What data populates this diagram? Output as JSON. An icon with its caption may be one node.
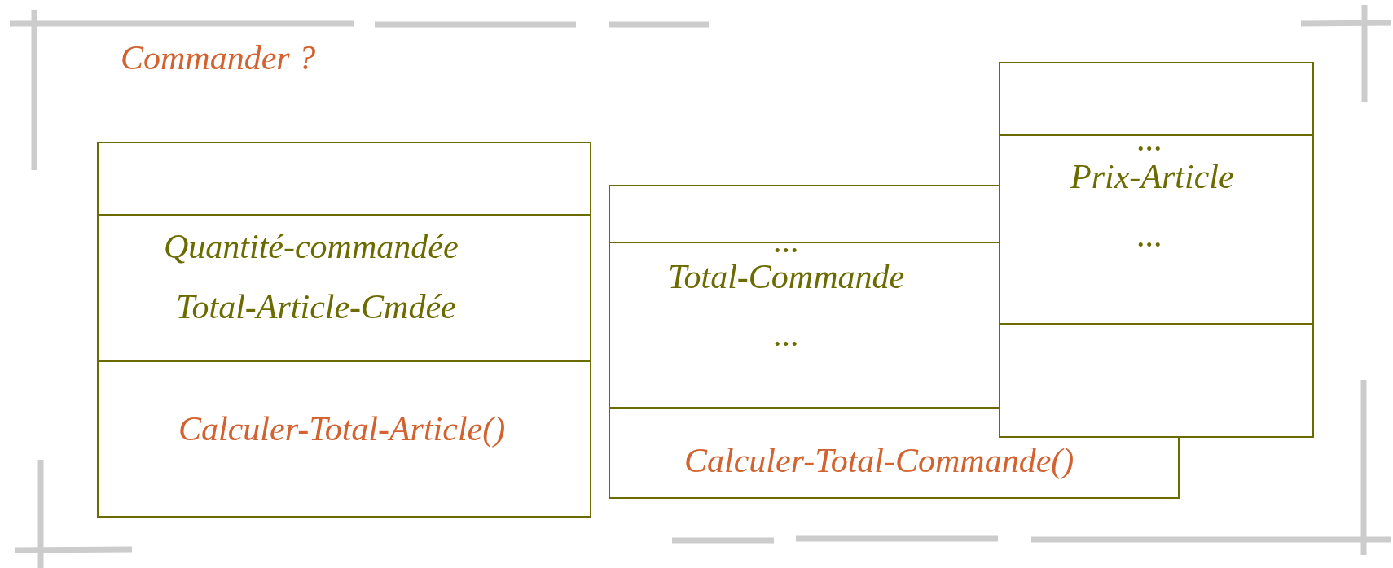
{
  "diagram": {
    "title": "Commander ?",
    "nodes": [
      {
        "text": [
          "Quantité-commandée",
          "Total-Article-Cmdée",
          "Calculer-Total-Article()"
        ]
      },
      {
        "text": [
          "...",
          "Total-Commande",
          "...",
          "Calculer-Total-Commande()"
        ]
      },
      {
        "text": [
          "...",
          "Prix-Article",
          "..."
        ]
      }
    ]
  }
}
